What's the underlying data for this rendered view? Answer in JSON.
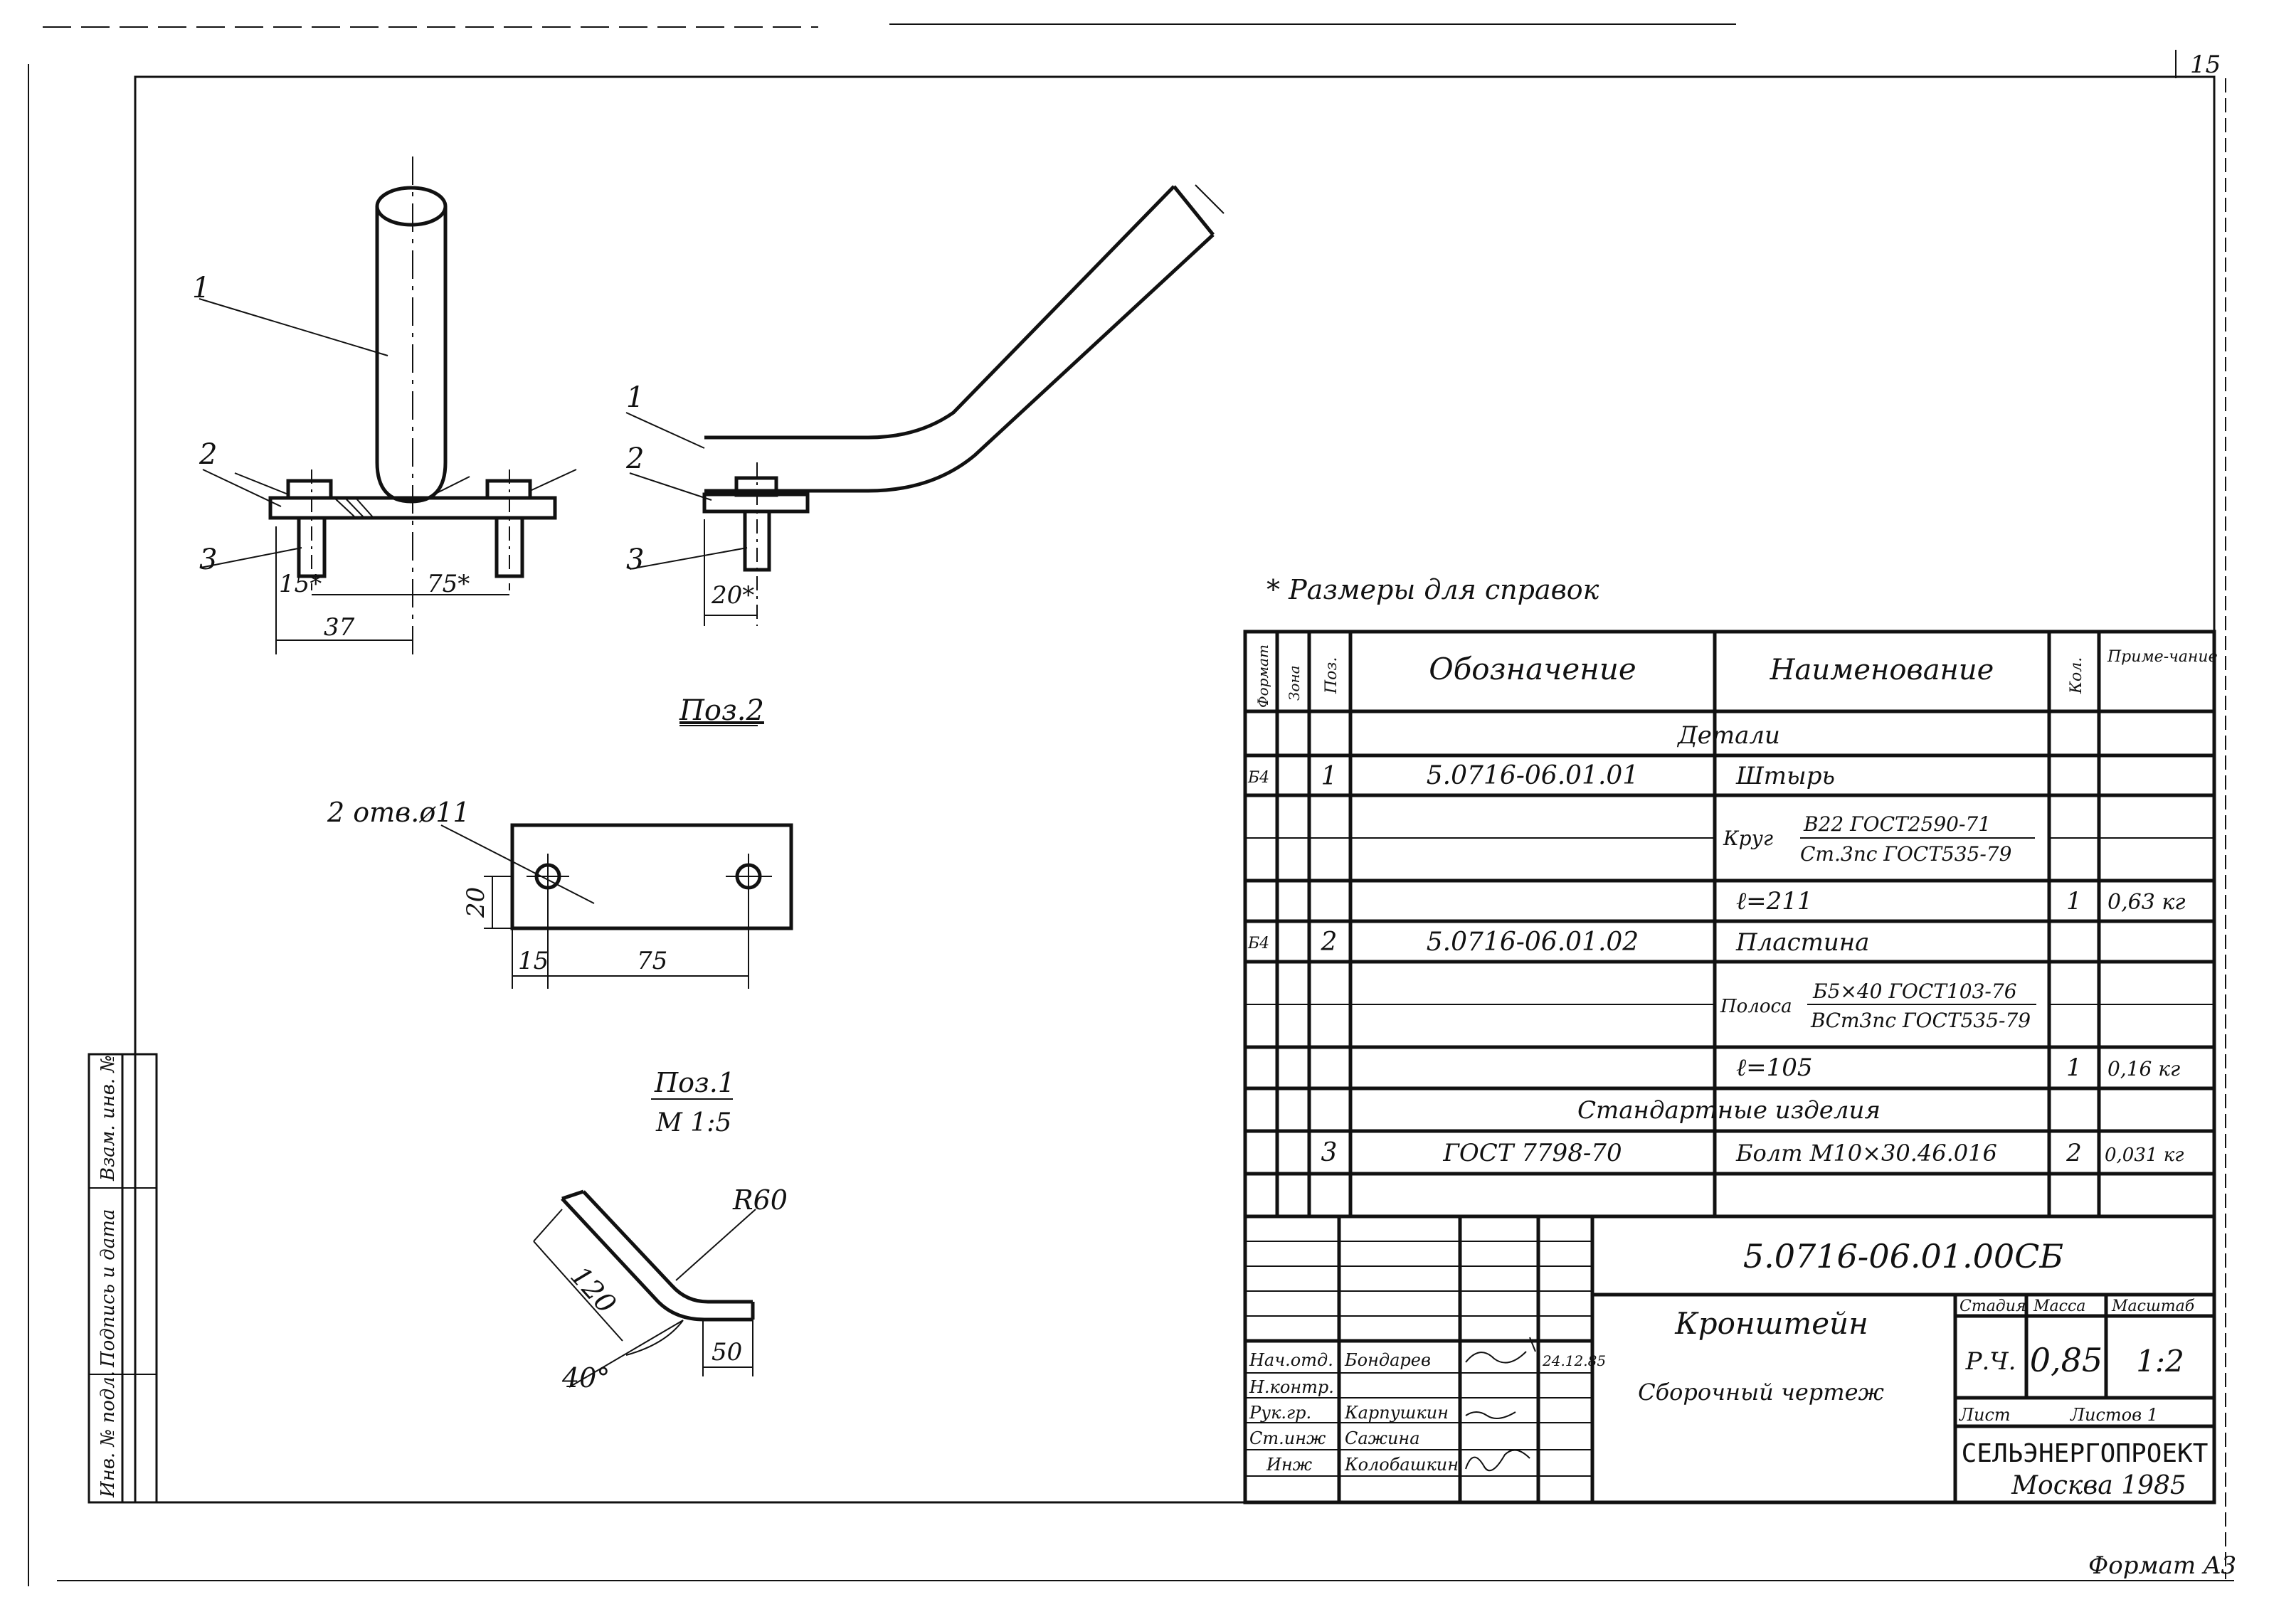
{
  "sheet": {
    "corner_number": "15",
    "format_label": "Формат A3"
  },
  "drawing_labels": {
    "pos_callouts": [
      "1",
      "2",
      "3"
    ],
    "pos_callouts_view2": [
      "1",
      "2",
      "3"
    ],
    "dim_15": "15*",
    "dim_75": "75*",
    "dim_37": "37",
    "dim_20": "20*",
    "view_poz2": "Поз.2",
    "holes_label": "2 отв.ø11",
    "plate_dim_20": "20",
    "plate_dim_15": "15",
    "plate_dim_75": "75",
    "view_poz1": "Поз.1",
    "view_scale": "М 1:5",
    "bend_r": "R60",
    "bend_120": "120",
    "bend_40": "40°",
    "bend_50": "50",
    "ref_note": "* Размеры для справок"
  },
  "left_strip": {
    "labels": [
      "Инв. № подл.",
      "Подпись и дата",
      "Взам. инв. №"
    ]
  },
  "spec_table": {
    "headers": {
      "format": "Формат",
      "zone": "Зона",
      "pos": "Поз.",
      "designation": "Обозначение",
      "name": "Наименование",
      "qty": "Кол.",
      "note": "Приме-чание"
    },
    "section_parts": "Детали",
    "section_standard": "Стандартные изделия",
    "rows": [
      {
        "format": "Б4",
        "pos": "1",
        "designation": "5.0716-06.01.01",
        "name": "Штырь",
        "qty": "",
        "note": ""
      },
      {
        "format": "",
        "pos": "",
        "designation": "",
        "name_prefix": "Круг",
        "name_top": "В22 ГОСТ2590-71",
        "name_bottom": "Ст.3пс ГОСТ535-79",
        "qty": "",
        "note": ""
      },
      {
        "format": "",
        "pos": "",
        "designation": "",
        "name": "ℓ=211",
        "qty": "1",
        "note": "0,63 кг"
      },
      {
        "format": "Б4",
        "pos": "2",
        "designation": "5.0716-06.01.02",
        "name": "Пластина",
        "qty": "",
        "note": ""
      },
      {
        "format": "",
        "pos": "",
        "designation": "",
        "name_prefix": "Полоса",
        "name_top": "Б5×40 ГОСТ103-76",
        "name_bottom": "ВСт3пс ГОСТ535-79",
        "qty": "",
        "note": ""
      },
      {
        "format": "",
        "pos": "",
        "designation": "",
        "name": "ℓ=105",
        "qty": "1",
        "note": "0,16 кг"
      },
      {
        "format": "",
        "pos": "3",
        "designation": "ГОСТ 7798-70",
        "name": "Болт М10×30.46.016",
        "qty": "2",
        "note": "0,031 кг"
      }
    ]
  },
  "title_block": {
    "doc_code": "5.0716-06.01.00СБ",
    "title": "Кронштейн",
    "subtitle": "Сборочный чертеж",
    "stage_label": "Стадия",
    "mass_label": "Масса",
    "scale_label": "Масштаб",
    "stage": "Р.Ч.",
    "mass": "0,85",
    "scale": "1:2",
    "sheet_label": "Лист",
    "sheets_label": "Листов 1",
    "org": "СЕЛЬЭНЕРГОПРОЕКТ",
    "city": "Москва 1985",
    "roles": [
      {
        "role": "Нач.отд.",
        "name": "Бондарев",
        "date": "24.12.85"
      },
      {
        "role": "Н.контр.",
        "name": "",
        "date": ""
      },
      {
        "role": "Рук.гр.",
        "name": "Карпушкин",
        "date": ""
      },
      {
        "role": "Ст.инж",
        "name": "Сажина",
        "date": ""
      },
      {
        "role": "Инж",
        "name": "Колобашкин",
        "date": ""
      }
    ]
  }
}
